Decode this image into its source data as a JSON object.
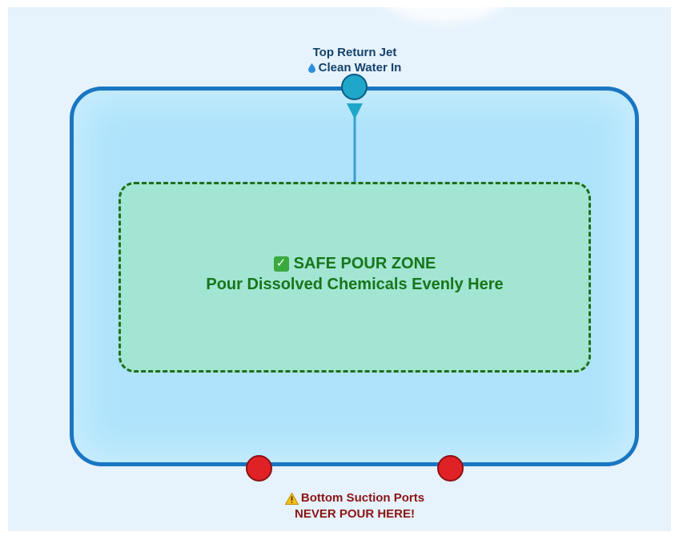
{
  "jet": {
    "title": "Top Return Jet",
    "subtitle": "Clean Water In",
    "icon": "water-drop-icon"
  },
  "safe_zone": {
    "title": "SAFE POUR ZONE",
    "subtitle": "Pour Dissolved Chemicals Evenly Here",
    "icon": "check-mark-icon"
  },
  "suction": {
    "title": "Bottom Suction Ports",
    "warning": "NEVER POUR HERE!",
    "icon": "warning-icon"
  },
  "colors": {
    "pool_border": "#1976c2",
    "pool_fill": "#aee3fb",
    "safe_zone_fill": "#a1e5d2",
    "safe_zone_text": "#17751a",
    "jet_fill": "#1ea7c9",
    "port_fill": "#e02226",
    "warning_text": "#8b1414"
  }
}
